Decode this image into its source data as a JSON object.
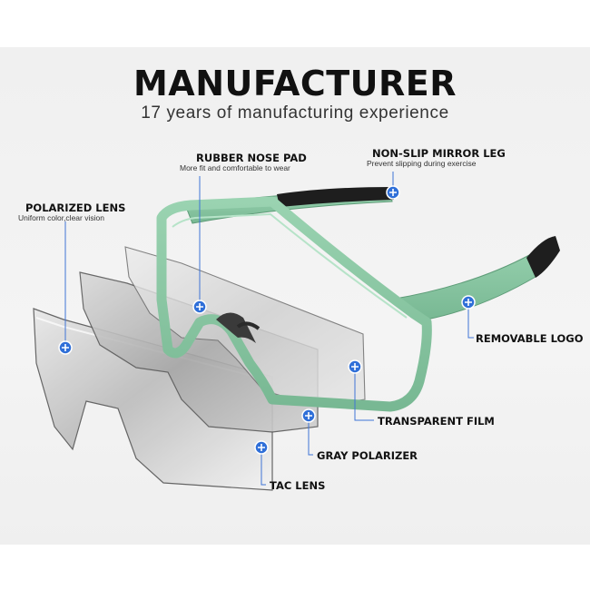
{
  "header": {
    "title": "MANUFACTURER",
    "subtitle": "17 years of manufacturing experience"
  },
  "callouts": {
    "rubber_nose_pad": {
      "label": "RUBBER NOSE PAD",
      "note": "More fit and comfortable to wear"
    },
    "non_slip_mirror_leg": {
      "label": "NON-SLIP MIRROR LEG",
      "note": "Prevent slipping during exercise"
    },
    "polarized_lens": {
      "label": "POLARIZED LENS",
      "note": "Uniform color,clear vision"
    },
    "removable_logo": {
      "label": "REMOVABLE LOGO"
    },
    "transparent_film": {
      "label": "TRANSPARENT FILM"
    },
    "gray_polarizer": {
      "label": "GRAY POLARIZER"
    },
    "tac_lens": {
      "label": "TAC LENS"
    }
  },
  "colors": {
    "frame": "#8cc8a4",
    "frame_dark": "#6aa884",
    "rubber": "#1e1e1e",
    "hotspot": "#2f6fd8",
    "leader": "#3f74d6"
  }
}
